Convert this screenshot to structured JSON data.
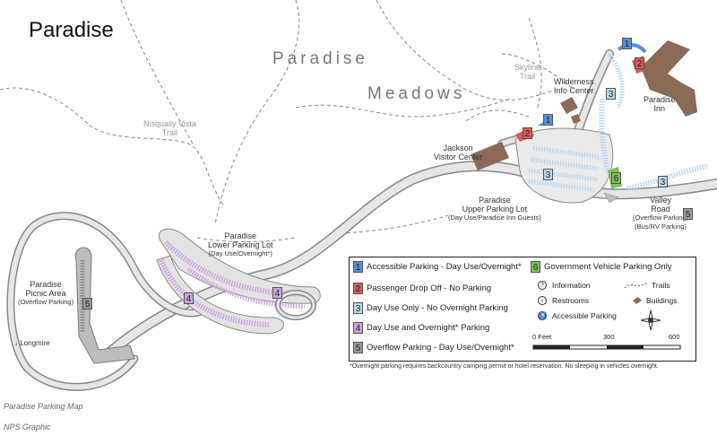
{
  "title": "Paradise",
  "meadows": [
    "Paradise",
    "Meadows"
  ],
  "labels": {
    "nisqually": [
      "Nisqually Vista",
      "Trail"
    ],
    "skyline": [
      "Skyline",
      "Trail"
    ],
    "wilderness": [
      "Wilderness",
      "Info Center"
    ],
    "jackson": [
      "Jackson",
      "Visitor Center"
    ],
    "inn": [
      "Paradise",
      "Inn"
    ],
    "upper_lot": [
      "Paradise",
      "Upper Parking Lot",
      "(Day Use/Paradise Inn Guests)"
    ],
    "lower_lot": [
      "Paradise",
      "Lower Parking Lot",
      "(Day Use/Overnight*)"
    ],
    "picnic": [
      "Paradise",
      "Picnic Area",
      "(Overflow Parking)"
    ],
    "valley": [
      "Valley",
      "Road",
      "(Overflow Parking)",
      "(Bus/RV Parking)"
    ],
    "longmire": "Longmire"
  },
  "badges": {
    "one": "1",
    "two": "2",
    "three": "3",
    "four": "4",
    "five": "5",
    "six": "6"
  },
  "legend": {
    "items": [
      {
        "num": "1",
        "text": "Accessible Parking - Day Use/Overnight*",
        "color": "#5b8fd6"
      },
      {
        "num": "2",
        "text": "Passenger Drop Off - No Parking",
        "color": "#d65b5b"
      },
      {
        "num": "3",
        "text": "Day Use Only - No Overnight Parking",
        "color": "#b9d7ee"
      },
      {
        "num": "4",
        "text": "Day Use and Overnight* Parking",
        "color": "#c9a6de"
      },
      {
        "num": "5",
        "text": "Overflow Parking - Day Use/Overnight*",
        "color": "#9a9a9a"
      },
      {
        "num": "6",
        "text": "Government Vehicle Parking Only",
        "color": "#7dbf5a"
      }
    ],
    "symbols": {
      "information": "Information",
      "restrooms": "Restrooms",
      "accessible": "Accessible Parking",
      "trails": "Trails",
      "buildings": "Buildings"
    },
    "scale": {
      "unit": "0 Feet",
      "mid": "300",
      "max": "600"
    }
  },
  "note": "*Overnight parking requires backcountry camping permit or hotel reservation.  No sleeping in vehicles overnight.",
  "captions": [
    "Paradise Parking Map",
    "NPS Graphic"
  ],
  "colors": {
    "road": "#e4e4e4",
    "road_edge": "#888888",
    "building": "#8b6b58",
    "trail": "#888888"
  }
}
